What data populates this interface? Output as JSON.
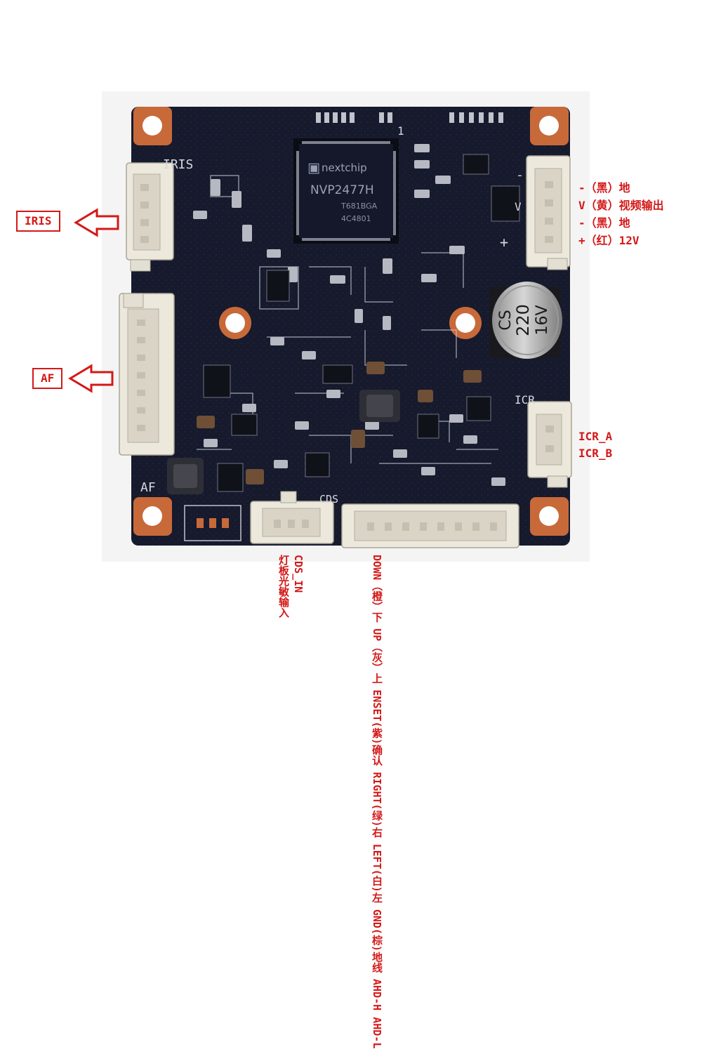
{
  "board": {
    "chip_brand": "nextchip",
    "chip_model": "NVP2477H",
    "chip_code1": "T681BGA",
    "chip_code2": "4C4801",
    "capacitor_brand": "CS",
    "capacitor_value": "220",
    "capacitor_voltage": "16V",
    "silk_iris": "IRIS",
    "silk_af": "AF",
    "silk_icr": "ICR",
    "silk_cds": "CDS",
    "silk_pin1": "1",
    "silk_minus": "-",
    "silk_v": "V",
    "silk_plus": "+",
    "pcb_color": "#161a2c",
    "pad_color": "#c8693a"
  },
  "callouts": {
    "iris": "IRIS",
    "af": "AF",
    "power_pins": [
      "-（黑）地",
      "V（黄）视频输出",
      "-（黑）地",
      "+（红）12V"
    ],
    "icr_pins": [
      "ICR_A",
      "ICR_B"
    ],
    "cds_pins": [
      "CDS_IN",
      "灯板光敏输入"
    ],
    "bottom_pins": [
      "DOWN（橙）下",
      "UP（灰）上",
      "ENSET(紫)确认",
      "RIGHT(绿)右",
      "LEFT(白)左",
      "GND(棕)地线",
      "AHD-H",
      "AHD-L"
    ]
  }
}
